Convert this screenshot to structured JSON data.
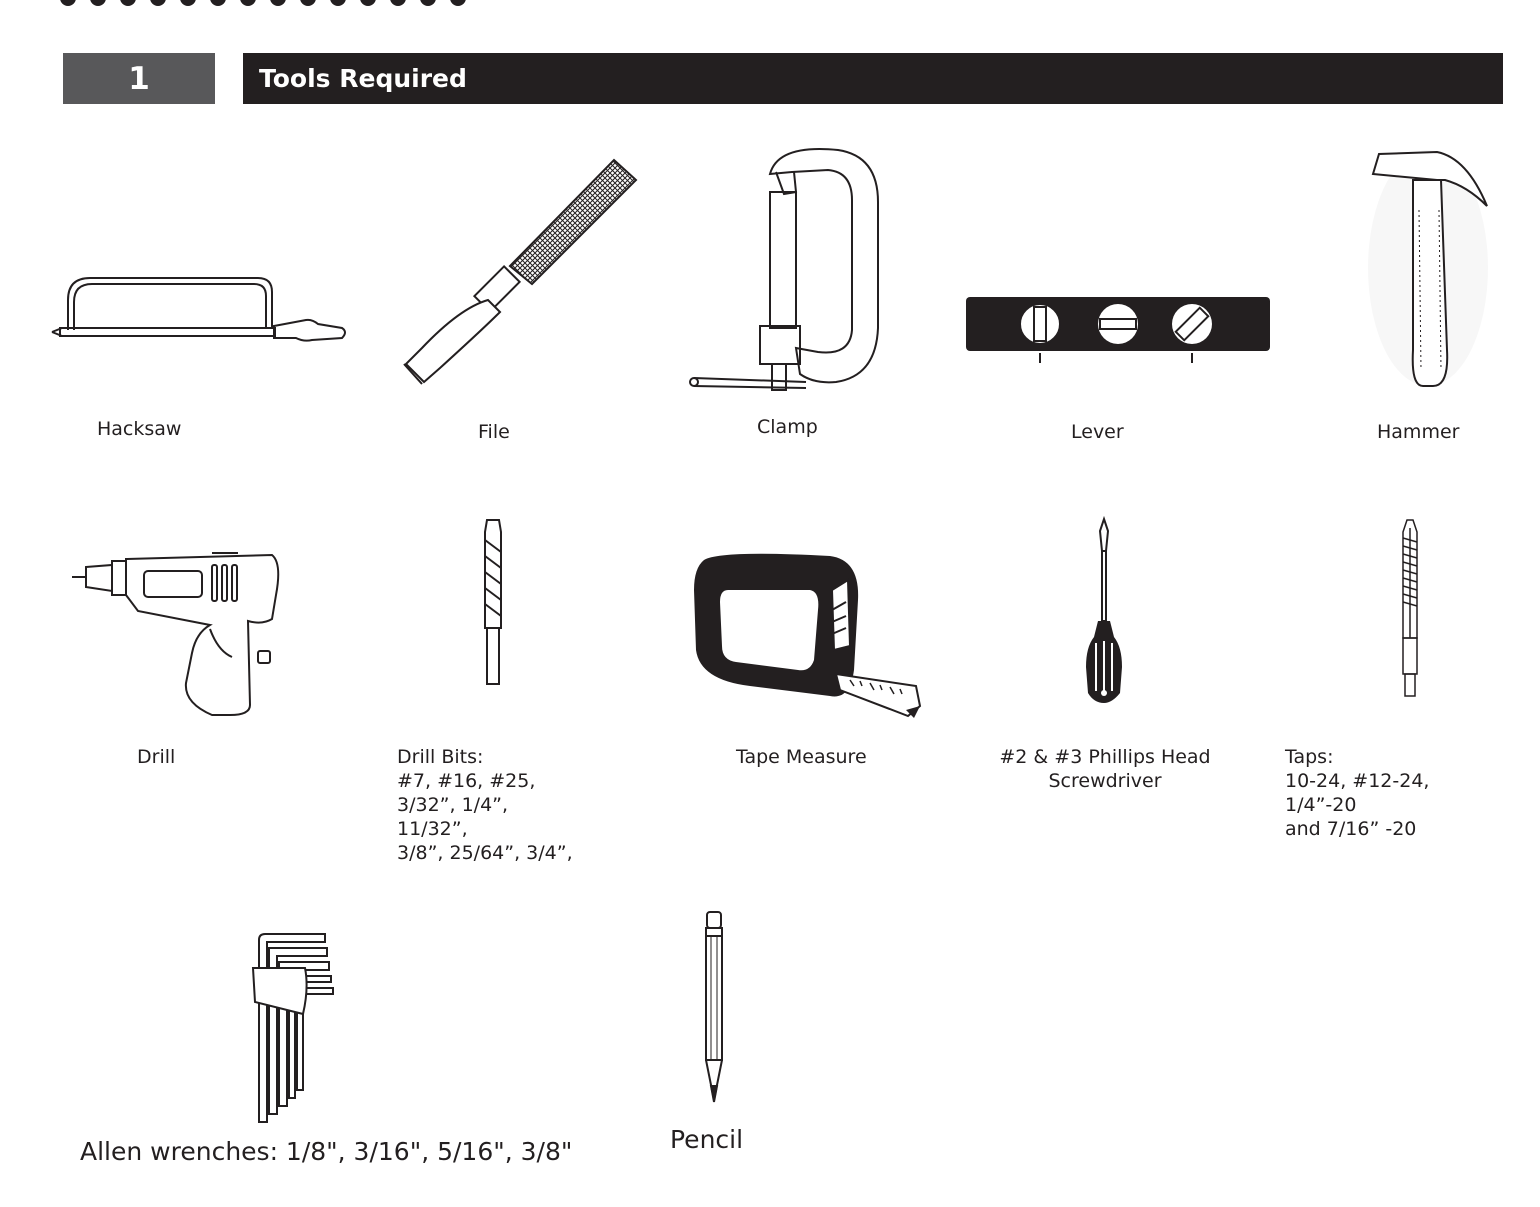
{
  "section": {
    "step_number": "1",
    "title": "Tools Required"
  },
  "tools": {
    "hacksaw": {
      "label": "Hacksaw",
      "icon": "hacksaw-icon"
    },
    "file": {
      "label": "File",
      "icon": "file-tool-icon"
    },
    "clamp": {
      "label": "Clamp",
      "icon": "clamp-icon"
    },
    "lever": {
      "label": "Lever",
      "icon": "level-icon"
    },
    "hammer": {
      "label": "Hammer",
      "icon": "hammer-icon"
    },
    "drill": {
      "label": "Drill",
      "icon": "drill-icon"
    },
    "drill_bits": {
      "label": "Drill Bits:\n#7, #16, #25,\n3/32”, 1/4”,\n11/32”,\n3/8”, 25/64”, 3/4”,",
      "icon": "drill-bit-icon"
    },
    "tape_measure": {
      "label": "Tape Measure",
      "icon": "tape-measure-icon"
    },
    "screwdriver": {
      "label": "#2 & #3 Phillips Head\nScrewdriver",
      "icon": "screwdriver-icon"
    },
    "taps": {
      "label": "Taps:\n10-24, #12-24,\n1/4”-20\nand 7/16” -20",
      "icon": "tap-icon"
    },
    "allen_wrenches": {
      "label": "Allen wrenches: 1/8\", 3/16\", 5/16\", 3/8\"",
      "icon": "allen-wrench-icon"
    },
    "pencil": {
      "label": "Pencil",
      "icon": "pencil-icon"
    }
  }
}
